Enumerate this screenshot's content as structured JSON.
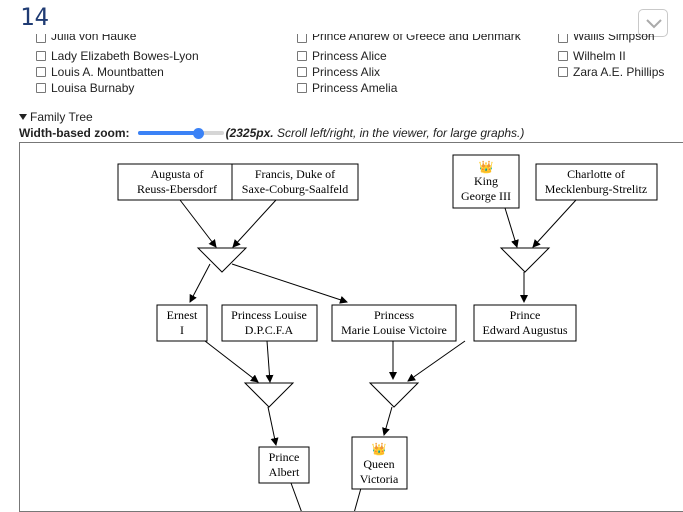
{
  "question": {
    "number": "14"
  },
  "header": {
    "collapse_icon": "chevron-down-icon"
  },
  "people": [
    {
      "label": "Julia von Hauke"
    },
    {
      "label": "Prince Andrew of Greece and Denmark"
    },
    {
      "label": "Wallis Simpson"
    },
    {
      "label": "Lady Elizabeth Bowes-Lyon"
    },
    {
      "label": "Princess Alice"
    },
    {
      "label": "Wilhelm II"
    },
    {
      "label": "Louis A. Mountbatten"
    },
    {
      "label": "Princess Alix"
    },
    {
      "label": "Zara A.E. Phillips"
    },
    {
      "label": "Louisa Burnaby"
    },
    {
      "label": "Princess Amelia"
    }
  ],
  "family_tree": {
    "toggle_label": "Family Tree",
    "zoom_label": "Width-based zoom:",
    "zoom_value": "(2325px.",
    "zoom_hint": "Scroll left/right, in the viewer, for large graphs.)",
    "zoom_level": 0.7
  },
  "tree": {
    "nodes": {
      "augusta": [
        "Augusta of",
        "Reuss-Ebersdorf"
      ],
      "francis": [
        "Francis, Duke of",
        "Saxe-Coburg-Saalfeld"
      ],
      "george": [
        "King",
        "George III"
      ],
      "charlotte": [
        "Charlotte of",
        "Mecklenburg-Strelitz"
      ],
      "ernest": [
        "Ernest",
        "I"
      ],
      "louise": [
        "Princess Louise",
        "D.P.C.F.A"
      ],
      "marie": [
        "Princess",
        "Marie Louise Victoire"
      ],
      "edward": [
        "Prince",
        "Edward Augustus"
      ],
      "albert": [
        "Prince",
        "Albert"
      ],
      "victoria": [
        "Queen",
        "Victoria"
      ]
    },
    "crowned": [
      "george",
      "victoria"
    ],
    "crown_icon": "crown-icon"
  }
}
